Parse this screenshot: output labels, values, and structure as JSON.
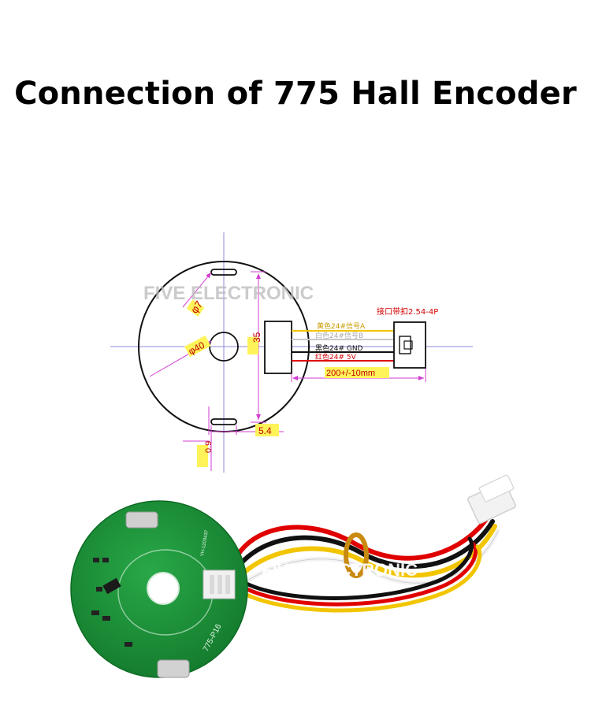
{
  "title": "Connection of 775 Hall Encoder",
  "watermark": "FIVE ELECTRONIC",
  "diagram": {
    "dim_phi7": "φ7",
    "dim_phi40": "φ40",
    "dim_35": "35",
    "dim_5_4": "5.4",
    "dim_0_9": "0.9",
    "cable_length": "200+/-10mm",
    "connector_label": "接口带扣2.54-4P",
    "wires": [
      {
        "label": "黄色24#信号A",
        "color": "#f2c500"
      },
      {
        "label": "白色24#信号B",
        "color": "#c8c8c8"
      },
      {
        "label": "黑色24#  GND",
        "color": "#111111"
      },
      {
        "label": "红色24#  5V",
        "color": "#e00000"
      }
    ]
  },
  "photo": {
    "pcb_label": "775-P16",
    "pcb_code": "YH-1203437",
    "pcb_color": "#1f9a3c"
  }
}
